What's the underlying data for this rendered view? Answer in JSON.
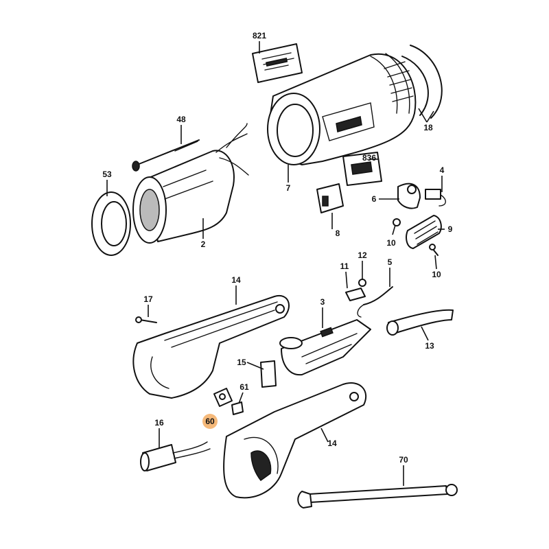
{
  "labels": {
    "p821": "821",
    "p48": "48",
    "p53": "53",
    "p2": "2",
    "p7": "7",
    "p18": "18",
    "p836": "836",
    "p8": "8",
    "p4": "4",
    "p6": "6",
    "p9": "9",
    "p10a": "10",
    "p10b": "10",
    "p11": "11",
    "p12": "12",
    "p5": "5",
    "p14a": "14",
    "p17": "17",
    "p3": "3",
    "p13": "13",
    "p15": "15",
    "p61": "61",
    "p60": "60",
    "p16": "16",
    "p14b": "14",
    "p70": "70"
  },
  "highlight_color": "#f5b97a",
  "highlighted_part": "60"
}
